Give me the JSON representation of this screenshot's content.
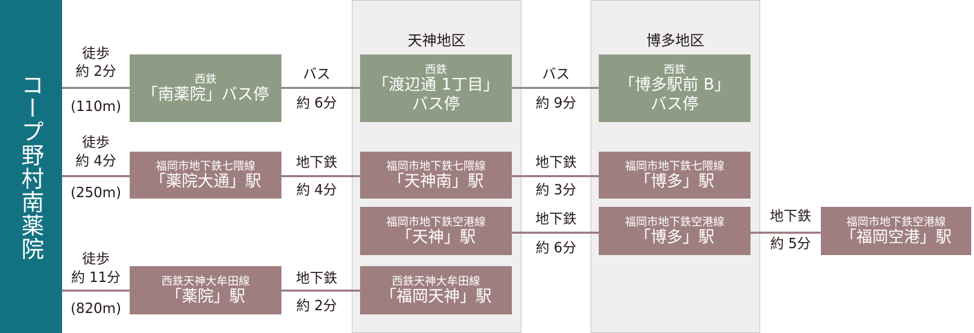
{
  "origin": "コープ野村南薬院",
  "districts": {
    "tenjin": "天神地区",
    "hakata": "博多地区"
  },
  "walks": [
    {
      "mode": "徒歩",
      "time": "約 2分",
      "dist": "(110m)"
    },
    {
      "mode": "徒歩",
      "time": "約 4分",
      "dist": "(250m)"
    },
    {
      "mode": "徒歩",
      "time": "約 11分",
      "dist": "(820m)"
    }
  ],
  "stations": {
    "minami_yakuin_bus": {
      "op": "西鉄",
      "name": "「南薬院」バス停"
    },
    "watanabedori_bus": {
      "op": "西鉄",
      "name": "「渡辺通 1丁目」",
      "name2": "バス停"
    },
    "hakata_bus": {
      "op": "西鉄",
      "name": "「博多駅前 B」",
      "name2": "バス停"
    },
    "yakuin_odori": {
      "op": "福岡市地下鉄七隈線",
      "name": "「薬院大通」駅"
    },
    "tenjin_minami": {
      "op": "福岡市地下鉄七隈線",
      "name": "「天神南」駅"
    },
    "hakata_nanakuma": {
      "op": "福岡市地下鉄七隈線",
      "name": "「博多」駅"
    },
    "tenjin_kuko": {
      "op": "福岡市地下鉄空港線",
      "name": "「天神」駅"
    },
    "hakata_kuko": {
      "op": "福岡市地下鉄空港線",
      "name": "「博多」駅"
    },
    "fukuoka_airport": {
      "op": "福岡市地下鉄空港線",
      "name": "「福岡空港」駅"
    },
    "yakuin_nishitetsu": {
      "op": "西鉄天神大牟田線",
      "name": "「薬院」駅"
    },
    "fukuoka_tenjin": {
      "op": "西鉄天神大牟田線",
      "name": "「福岡天神」駅"
    }
  },
  "legs": [
    {
      "mode": "バス",
      "time": "約 6分"
    },
    {
      "mode": "バス",
      "time": "約 9分"
    },
    {
      "mode": "地下鉄",
      "time": "約 4分"
    },
    {
      "mode": "地下鉄",
      "time": "約 3分"
    },
    {
      "mode": "地下鉄",
      "time": "約 6分"
    },
    {
      "mode": "地下鉄",
      "time": "約 5分"
    },
    {
      "mode": "地下鉄",
      "time": "約 2分"
    }
  ],
  "colors": {
    "origin": "#137282",
    "bus": "#8e9c85",
    "rail": "#9f7e80",
    "line": "#8f8f8f",
    "district": "#efefef"
  }
}
